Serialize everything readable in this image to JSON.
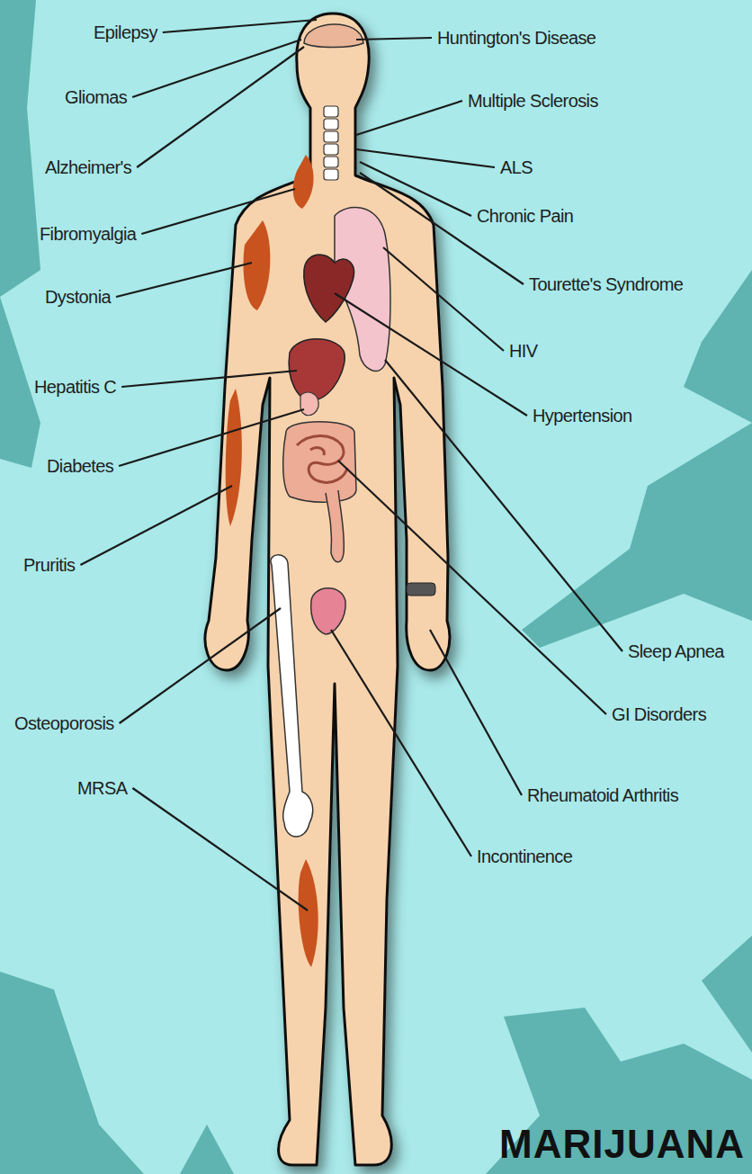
{
  "diagram": {
    "labels": [
      "Epilepsy",
      "Huntington's Disease",
      "Gliomas",
      "Multiple Sclerosis",
      "Alzheimer's",
      "ALS",
      "Fibromyalgia",
      "Chronic Pain",
      "Dystonia",
      "Tourette's Syndrome",
      "HIV",
      "Hepatitis C",
      "Hypertension",
      "Diabetes",
      "Pruritis",
      "Osteoporosis",
      "Sleep Apnea",
      "GI Disorders",
      "MRSA",
      "Rheumatoid Arthritis",
      "Incontinence",
      "MARIJUANA"
    ]
  }
}
